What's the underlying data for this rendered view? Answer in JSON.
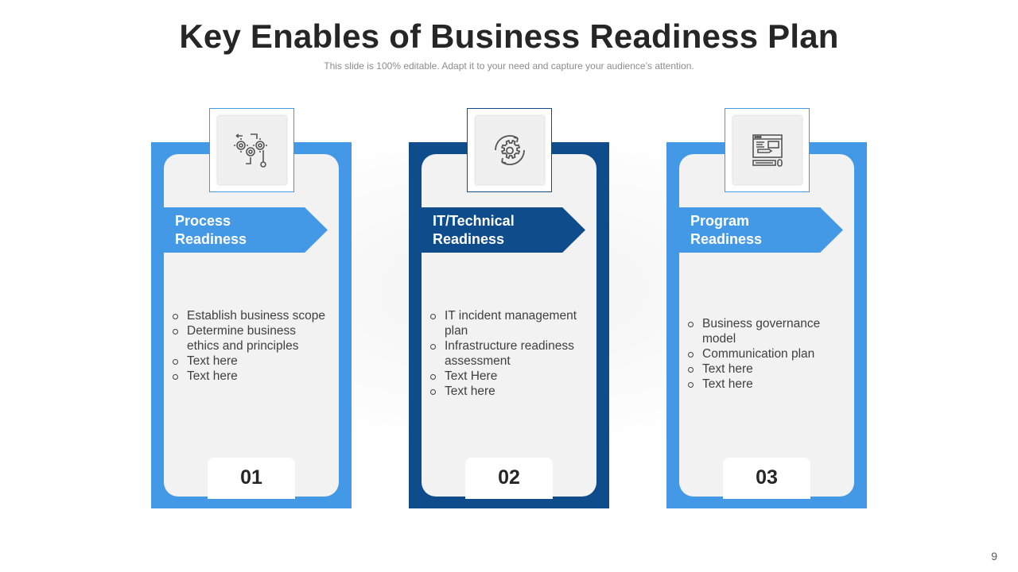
{
  "slide": {
    "title": "Key Enables of Business Readiness Plan",
    "subtitle": "This slide is 100% editable. Adapt it to your need and capture your audience’s attention.",
    "page_number": "9"
  },
  "colors": {
    "light_blue": "#4499e6",
    "dark_blue": "#0f4c8c",
    "card_inner": "#f2f2f2"
  },
  "cards": [
    {
      "number": "01",
      "heading_line1": "Process",
      "heading_line2": "Readiness",
      "icon": "gears-flowchart-icon",
      "bullets": [
        "Establish business scope",
        "Determine business ethics and principles",
        "Text here",
        "Text here"
      ]
    },
    {
      "number": "02",
      "heading_line1": "IT/Technical",
      "heading_line2": "Readiness",
      "icon": "gear-refresh-icon",
      "bullets": [
        "IT incident management plan",
        "Infrastructure  readiness assessment",
        "Text Here",
        "Text here"
      ]
    },
    {
      "number": "03",
      "heading_line1": "Program",
      "heading_line2": "Readiness",
      "icon": "computer-workstation-icon",
      "bullets": [
        "Business governance model",
        "Communication plan",
        "Text here",
        "Text here"
      ]
    }
  ]
}
